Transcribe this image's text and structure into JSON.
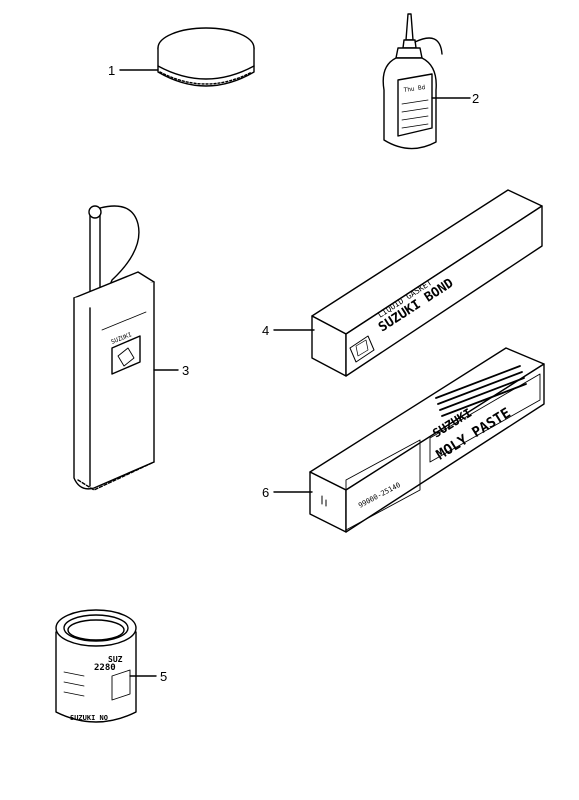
{
  "callouts": {
    "c1": "1",
    "c2": "2",
    "c3": "3",
    "c4": "4",
    "c5": "5",
    "c6": "6"
  },
  "labels": {
    "bond_top": "LIQUID GASKET",
    "bond_brand": "SUZUKI BOND",
    "paste_brand": "SUZUKI",
    "paste_name": "MOLY PASTE",
    "can_side": "SUZUKI",
    "paste_code": "99000-25140",
    "can_top": "SUZ",
    "can_number": "2280",
    "can_bottom": "SUZUKI NO"
  },
  "colors": {
    "line": "#000000",
    "background": "#ffffff"
  }
}
